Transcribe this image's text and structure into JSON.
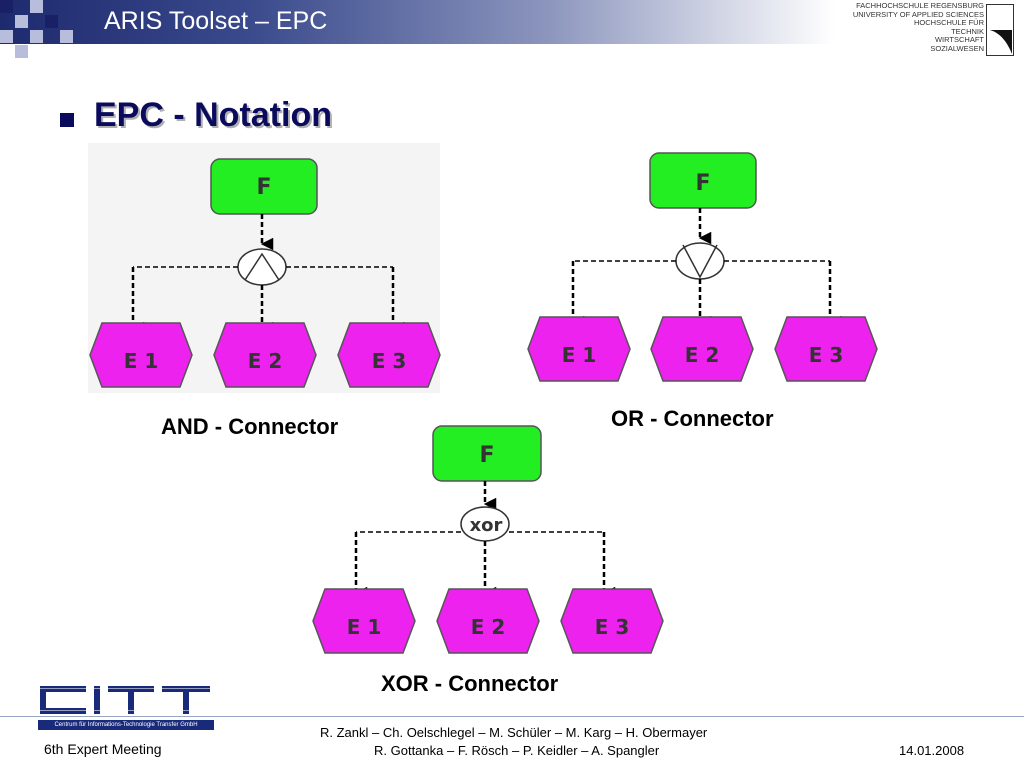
{
  "slide": {
    "title": "ARIS Toolset – EPC",
    "heading": "EPC - Notation"
  },
  "logo": {
    "lines": [
      "FACHHOCHSCHULE REGENSBURG",
      "UNIVERSITY OF APPLIED SCIENCES",
      "HOCHSCHULE FÜR",
      "TECHNIK",
      "WIRTSCHAFT",
      "SOZIALWESEN"
    ]
  },
  "diagrams": [
    {
      "function": "F",
      "connector": "",
      "events": [
        "E 1",
        "E 2",
        "E 3"
      ],
      "caption": "AND - Connector"
    },
    {
      "function": "F",
      "connector": "",
      "events": [
        "E 1",
        "E 2",
        "E 3"
      ],
      "caption": "OR - Connector"
    },
    {
      "function": "F",
      "connector": "xor",
      "events": [
        "E 1",
        "E 2",
        "E 3"
      ],
      "caption": "XOR - Connector"
    }
  ],
  "colors": {
    "function_fill": "#22ee22",
    "event_fill": "#ee22ee",
    "title_band": "#1e2a6e",
    "square_dark": "#1a2066",
    "square_light": "#b8bddc"
  },
  "cit_logo": {
    "subtitle": "Centrum für Informations-Technologie Transfer GmbH"
  },
  "footer": {
    "left": "6th Expert Meeting",
    "authors_line1": "R. Zankl – Ch. Oelschlegel – M. Schüler – M. Karg – H. Obermayer",
    "authors_line2": "R. Gottanka – F. Rösch – P. Keidler – A. Spangler",
    "date": "14.01.2008"
  }
}
